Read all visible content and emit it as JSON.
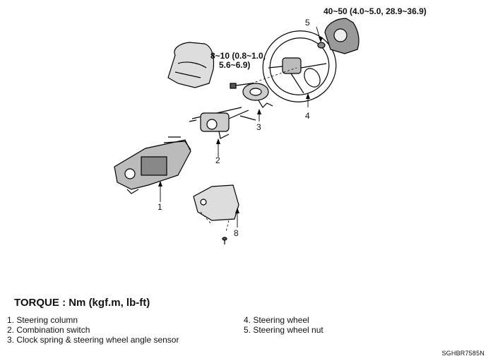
{
  "callouts": {
    "c1": "1",
    "c2": "2",
    "c3": "3",
    "c4": "4",
    "c5": "5",
    "c8": "8"
  },
  "torque_specs": {
    "wheel_nut": "40~50 (4.0~5.0, 28.9~36.9)",
    "bolt_line1": "8~10 (0.8~1.0,",
    "bolt_line2": "5.6~6.9)"
  },
  "torque_heading": "TORQUE : Nm (kgf.m, lb-ft)",
  "legend": {
    "left": [
      "1.  Steering column",
      "2.  Combination switch",
      "3.  Clock spring & steering wheel angle sensor"
    ],
    "right": [
      "4.  Steering wheel",
      "5.  Steering wheel nut"
    ]
  },
  "figure_code": "SGHBR7585N"
}
